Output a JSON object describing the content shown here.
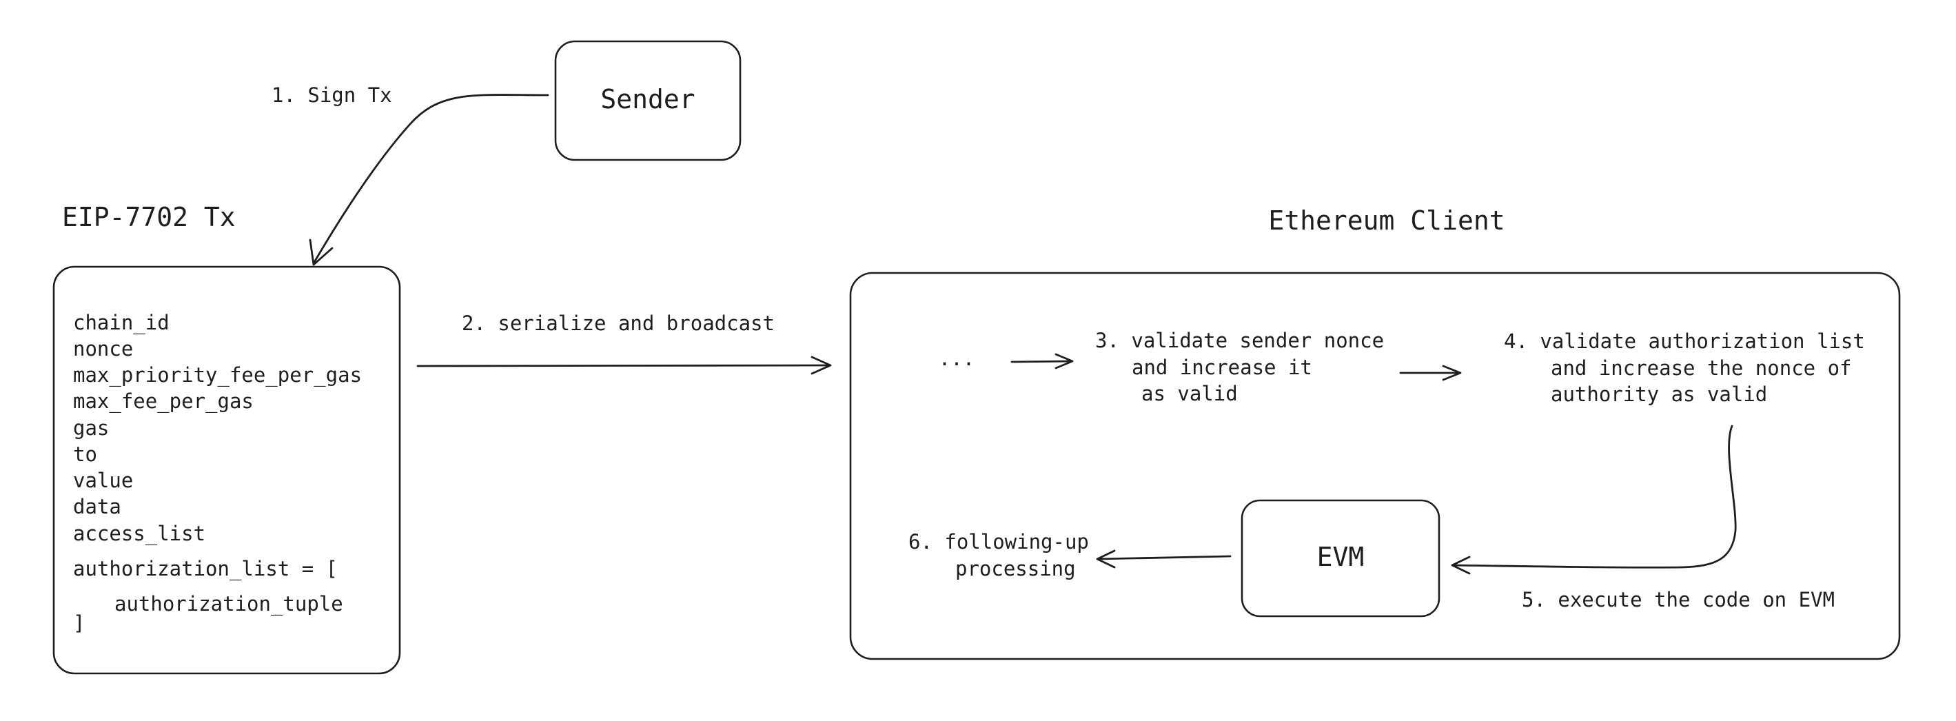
{
  "nodes": {
    "sender": {
      "label": "Sender",
      "fill": "#fff3bf",
      "hatch": "#f2d66b"
    },
    "evm": {
      "label": "EVM",
      "fill": "#e7f1fb",
      "hatch": "#9cc4e8"
    },
    "ellipsis": {
      "label": "..."
    }
  },
  "tx": {
    "title": "EIP-7702 Tx",
    "fields": [
      "chain_id",
      "nonce",
      "max_priority_fee_per_gas",
      "max_fee_per_gas",
      "gas",
      "to",
      "value",
      "data",
      "access_list"
    ],
    "auth_open": "authorization_list = [",
    "auth_item": "authorization_tuple",
    "auth_close": "]"
  },
  "client": {
    "title": "Ethereum Client"
  },
  "steps": {
    "s1": "1. Sign Tx",
    "s2": "2. serialize and broadcast",
    "s3": [
      "3. validate sender nonce",
      "and increase it",
      "as valid"
    ],
    "s4": [
      "4. validate authorization list",
      "and increase the nonce of",
      "authority as valid"
    ],
    "s5": "5. execute the code on EVM",
    "s6": [
      "6. following-up",
      "processing"
    ]
  }
}
